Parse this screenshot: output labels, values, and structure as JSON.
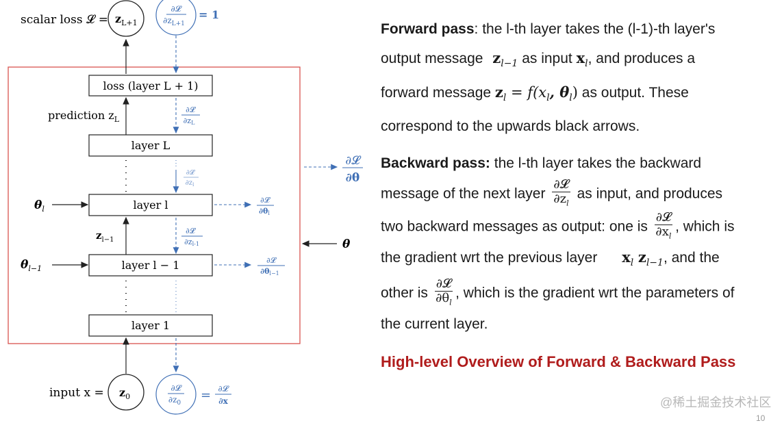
{
  "diagram": {
    "top_label": "scalar loss 𝓛 =",
    "top_node": "z",
    "top_node_sub": "L+1",
    "top_grad_num": "∂𝓛",
    "top_grad_den": "∂z",
    "top_grad_den_sub": "L+1",
    "top_grad_eq": "= 1",
    "loss_box": "loss (layer L + 1)",
    "prediction_label": "prediction z",
    "prediction_sub": "L",
    "grad_zL_num": "∂𝓛",
    "grad_zL_den": "∂z",
    "grad_zL_sub": "L",
    "layer_L": "layer L",
    "layer_l": "layer l",
    "layer_l_minus_1": "layer l − 1",
    "layer_1": "layer 1",
    "grad_zl_num": "∂𝓛",
    "grad_zl_den": "∂z",
    "grad_zl_sub": "l",
    "grad_zl1_num": "∂𝓛",
    "grad_zl1_den": "∂z",
    "grad_zl1_sub": "l-1",
    "theta_l": "θ",
    "theta_l_sub": "l",
    "theta_l1": "θ",
    "theta_l1_sub": "l−1",
    "z_l1_label": "z",
    "z_l1_sub": "l−1",
    "grad_theta_l_num": "∂𝓛",
    "grad_theta_l_den": "∂θ",
    "grad_theta_l_sub": "l",
    "grad_theta_l1_num": "∂𝓛",
    "grad_theta_l1_den": "∂θ",
    "grad_theta_l1_sub": "l−1",
    "grad_theta_num": "∂𝓛",
    "grad_theta_den": "∂θ",
    "theta_right": "θ",
    "input_label": "input x =",
    "input_node": "z",
    "input_node_sub": "0",
    "bottom_grad_num": "∂𝓛",
    "bottom_grad_den": "∂z",
    "bottom_grad_den_sub": "0",
    "bottom_eq": "=",
    "bottom_grad2_num": "∂𝓛",
    "bottom_grad2_den": "∂x"
  },
  "text": {
    "forward_title": "Forward pass",
    "forward_1": ": the l-th layer takes the (l-1)-th layer's",
    "forward_2a": "output message",
    "forward_2_math1": "z",
    "forward_2_math1_sub": "l−1",
    "forward_2b": "as input",
    "forward_2_math2": "x",
    "forward_2_math2_sub": "l",
    "forward_2c": ", and produces a",
    "forward_3a": "forward message",
    "forward_3_math": "z",
    "forward_3_math_sub": "l",
    "forward_3_math_rest": " = f(x",
    "forward_3_math_rest_sub": "l",
    "forward_3_math_rest2": ", θ",
    "forward_3_math_rest2_sub": "l",
    "forward_3_math_close": ")",
    "forward_3b": "as output. These",
    "forward_4": "correspond to the upwards black arrows.",
    "backward_title": "Backward pass:",
    "backward_1": " the l-th layer takes the backward",
    "backward_2a": "message of the next layer",
    "backward_2_num": "∂𝓛",
    "backward_2_den": "∂z",
    "backward_2_den_sub": "l",
    "backward_2b": "as input, and produces",
    "backward_3a": "two backward messages as output: one is",
    "backward_3_num": "∂𝓛",
    "backward_3_den": "∂x",
    "backward_3_den_sub": "l",
    "backward_3b": ", which is",
    "backward_4a": "the gradient wrt the previous layer",
    "backward_4_math": "x",
    "backward_4_math_sub": "l",
    "backward_4_math2": "z",
    "backward_4_math2_sub": "l−1",
    "backward_4b": ", and the",
    "backward_5a": "other is",
    "backward_5_num": "∂𝓛",
    "backward_5_den": "∂θ",
    "backward_5_den_sub": "l",
    "backward_5b": ", which is the gradient wrt the parameters of",
    "backward_6": "the current layer.",
    "headline": "High-level Overview of Forward & Backward Pass",
    "watermark": "@稀土掘金技术社区",
    "page_number": "10"
  },
  "colors": {
    "frame": "#d9534f",
    "grad_blue": "#3f6fb5",
    "headline": "#b01c1c"
  }
}
